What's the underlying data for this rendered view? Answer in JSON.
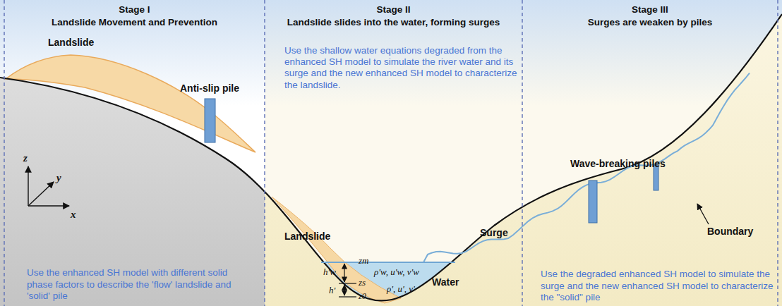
{
  "diagram": {
    "nodes": [
      {
        "text": [
          "Stage I",
          "Landslide Movement and Prevention",
          "Use the enhanced SH model with different solid phase factors to describe the 'flow' landslide and 'solid' pile"
        ]
      },
      {
        "text": [
          "Stage II",
          "Landslide slides into the water, forming surges",
          "Use the shallow water equations degraded from the enhanced SH model to simulate the river water and its surge and the new enhanced SH model to characterize the landslide."
        ]
      },
      {
        "text": [
          "Stage III",
          "Surges are weaken by piles",
          "Use the degraded enhanced SH model to simulate the surge and the new enhanced SH model to characterize the \"solid\" pile"
        ]
      }
    ],
    "labels": [
      "Landslide",
      "Anti-slip pile",
      "z",
      "y",
      "x",
      "Landslide",
      "Surge",
      "Wave-breaking piles",
      "Boundary",
      "Water",
      "zm",
      "h'w",
      "zs",
      "h'",
      "z0",
      "ρ'w, u'w, v'w",
      "ρ', u', v'"
    ]
  }
}
